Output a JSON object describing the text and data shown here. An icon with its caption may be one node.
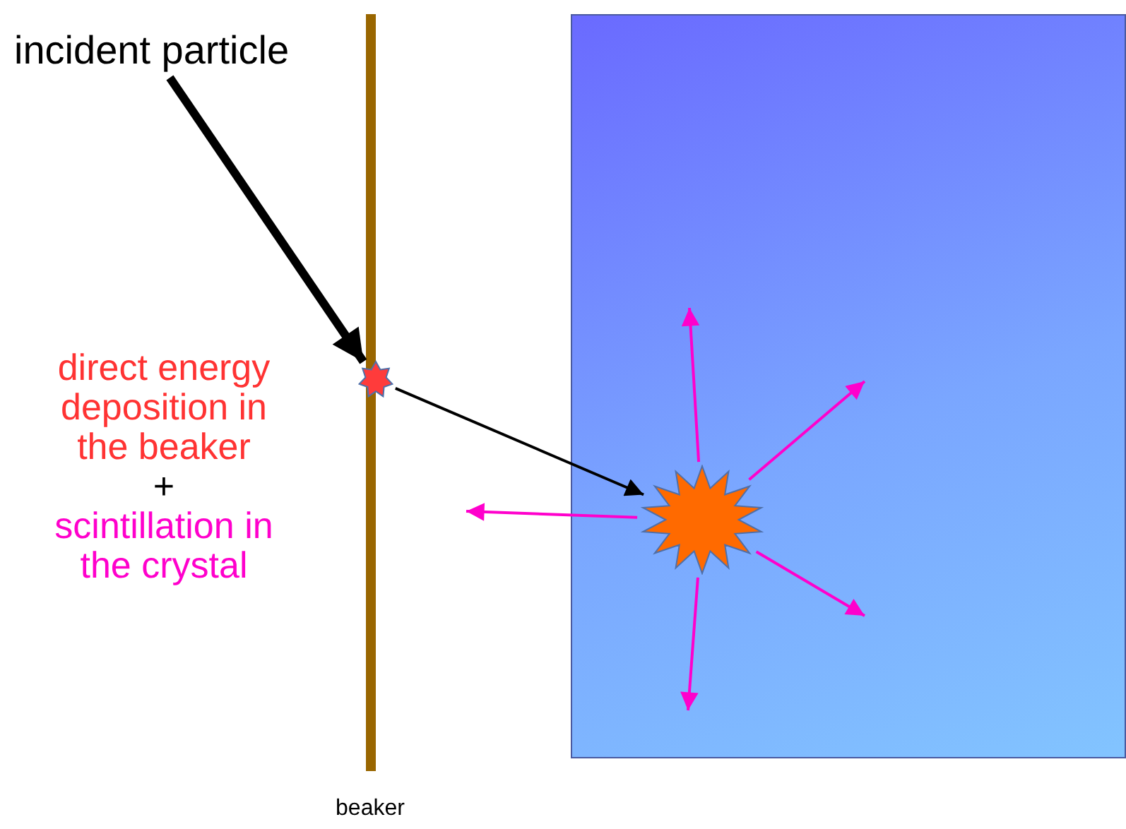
{
  "diagram": {
    "nodes": [
      {
        "text": [
          "incident particle"
        ]
      },
      {
        "text": [
          "beaker"
        ]
      },
      {
        "text": [],
        "shape": "star"
      },
      {
        "text": [],
        "shape": "box"
      },
      {
        "text": [],
        "shape": "star",
        "in": 3
      }
    ],
    "edges": [
      {
        "from": 0,
        "to": 2,
        "arrow": "to",
        "style": "thick",
        "color": "#000000"
      },
      {
        "from": 2,
        "to": 4,
        "arrow": "to",
        "color": "#000000"
      },
      {
        "from": 4,
        "to": null,
        "arrow": "to"
      },
      {
        "from": 4,
        "to": null,
        "arrow": "to"
      },
      {
        "from": 4,
        "to": null,
        "arrow": "to"
      },
      {
        "from": 4,
        "to": null,
        "arrow": "to"
      },
      {
        "from": 4,
        "to": null,
        "arrow": "to"
      }
    ],
    "labels": [
      "direct energy deposition in the beaker",
      "+",
      "scintillation in the crystal"
    ]
  }
}
